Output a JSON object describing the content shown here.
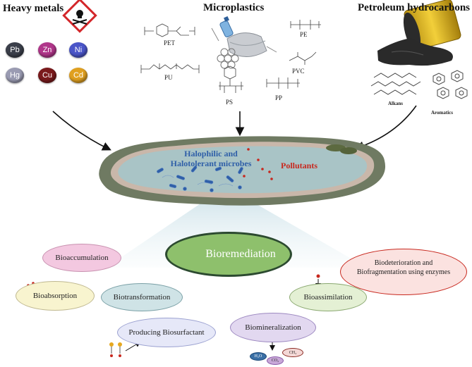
{
  "sources": {
    "heavy_metals": {
      "title": "Heavy metals",
      "elements": [
        {
          "symbol": "Pb",
          "color": "#3b3f4a"
        },
        {
          "symbol": "Zn",
          "color": "#b0368a"
        },
        {
          "symbol": "Ni",
          "color": "#4a55c8"
        },
        {
          "symbol": "Hg",
          "color": "#9a9bb2"
        },
        {
          "symbol": "Cu",
          "color": "#7a1a1c"
        },
        {
          "symbol": "Cd",
          "color": "#e0a020"
        }
      ]
    },
    "microplastics": {
      "title": "Microplastics",
      "polymers": [
        "PET",
        "PU",
        "PS",
        "PE",
        "PVC",
        "PP"
      ]
    },
    "petroleum": {
      "title": "Petroleum hydrocarbons",
      "labels": [
        "Alkans",
        "Aromatics"
      ]
    }
  },
  "pond": {
    "microbes_label_line1": "Halophilic and",
    "microbes_label_line2": "Halotolerant microbes",
    "pollutants_label": "Pollutants"
  },
  "center": {
    "label": "Bioremediation"
  },
  "processes": {
    "bioaccumulation": "Bioaccumulation",
    "bioabsorption": "Bioabsorption",
    "biotransformation": "Biotransformation",
    "biosurfactant": "Producing Biosurfactant",
    "biomineralization": "Biomineralization",
    "bioassimilation": "Bioassimilation",
    "biodeterioration_line1": "Biodeterioration and",
    "biodeterioration_line2": "Biofragmentation using enzymes"
  },
  "molecules": {
    "h2o": "H₂O",
    "co2": "CO₂",
    "ch4": "CH₄"
  },
  "colors": {
    "bioremediation_fill": "#8ec06c",
    "pond_water": "#a9c4c6",
    "pond_rim": "#6f7a62",
    "pollutant_red": "#c8281e",
    "microbe_blue": "#2f5fa8"
  }
}
